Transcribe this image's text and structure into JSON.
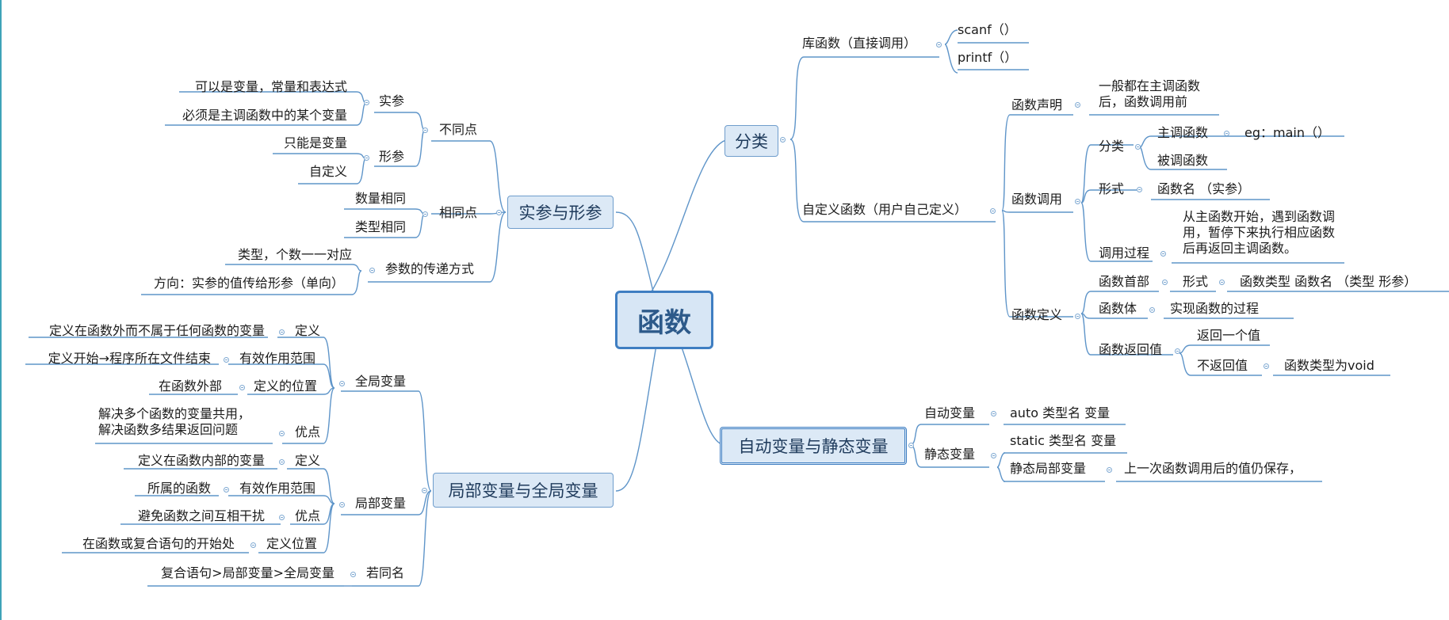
{
  "root": "函数",
  "categories": {
    "label": "分类",
    "lib": {
      "label": "库函数（直接调用）",
      "items": [
        "scanf（）",
        "printf（）"
      ]
    },
    "custom": {
      "label": "自定义函数（用户自己定义）",
      "decl": {
        "label": "函数声明",
        "text": "一般都在主调函数后，函数调用前"
      },
      "call": {
        "label": "函数调用",
        "kind": {
          "label": "分类",
          "caller": "主调函数",
          "caller_eg": "eg：main（）",
          "callee": "被调函数"
        },
        "form": {
          "label": "形式",
          "text": "函数名 （实参）"
        },
        "process": {
          "label": "调用过程",
          "text": "从主函数开始，遇到函数调用，暂停下来执行相应函数后再返回主调函数。"
        }
      },
      "def": {
        "label": "函数定义",
        "head": {
          "label": "函数首部",
          "form": "形式",
          "text": "函数类型 函数名 （类型 形参）"
        },
        "body": {
          "label": "函数体",
          "text": "实现函数的过程"
        },
        "ret": {
          "label": "函数返回值",
          "one": "返回一个值",
          "none": "不返回值",
          "none_text": "函数类型为void"
        }
      }
    }
  },
  "storage": {
    "label": "自动变量与静态变量",
    "auto": {
      "label": "自动变量",
      "text": "auto 类型名 变量"
    },
    "static": {
      "label": "静态变量",
      "text": "static 类型名 变量",
      "local": "静态局部变量",
      "local_text": "上一次函数调用后的值仍保存，"
    }
  },
  "params": {
    "label": "实参与形参",
    "diff": {
      "label": "不同点",
      "actual": {
        "label": "实参",
        "items": [
          "可以是变量，常量和表达式",
          "必须是主调函数中的某个变量"
        ]
      },
      "formal": {
        "label": "形参",
        "items": [
          "只能是变量",
          "自定义"
        ]
      }
    },
    "same": {
      "label": "相同点",
      "items": [
        "数量相同",
        "类型相同"
      ]
    },
    "pass": {
      "label": "参数的传递方式",
      "items": [
        "类型，个数一一对应",
        "方向：实参的值传给形参（单向）"
      ]
    }
  },
  "scope": {
    "label": "局部变量与全局变量",
    "global": {
      "label": "全局变量",
      "def": {
        "label": "定义",
        "text": "定义在函数外而不属于任何函数的变量"
      },
      "range": {
        "label": "有效作用范围",
        "text": "定义开始→程序所在文件结束"
      },
      "pos": {
        "label": "定义的位置",
        "text": "在函数外部"
      },
      "adv": {
        "label": "优点",
        "text": "解决多个函数的变量共用，解决函数多结果返回问题"
      }
    },
    "local": {
      "label": "局部变量",
      "def": {
        "label": "定义",
        "text": "定义在函数内部的变量"
      },
      "range": {
        "label": "有效作用范围",
        "text": "所属的函数"
      },
      "adv": {
        "label": "优点",
        "text": "避免函数之间互相干扰"
      },
      "pos": {
        "label": "定义位置",
        "text": "在函数或复合语句的开始处"
      }
    },
    "same_name": {
      "label": "若同名",
      "text": "复合语句>局部变量>全局变量"
    }
  }
}
